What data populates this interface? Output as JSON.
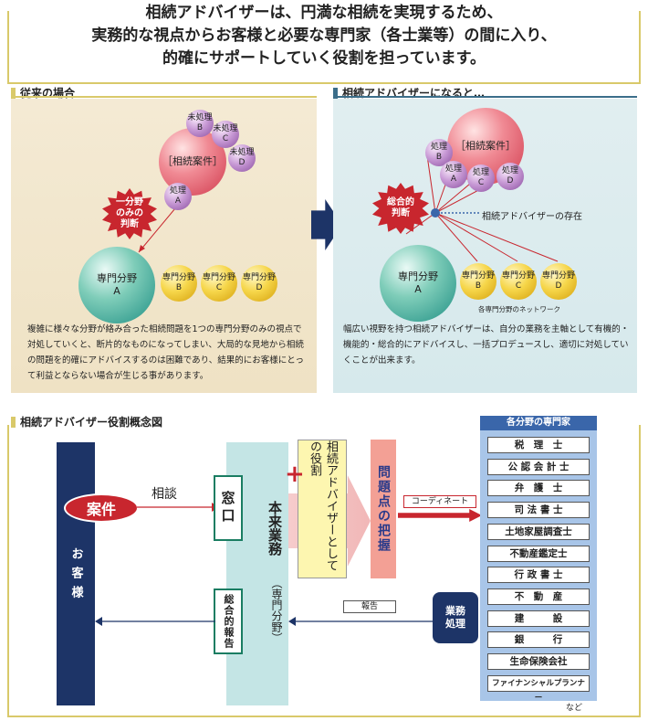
{
  "headline": {
    "line1": "相続アドバイザーは、円満な相続を実現するため、",
    "line2": "実務的な視点からお客様と必要な専門家（各士業等）の間に入り、",
    "line3": "的確にサポートしていく役割を担っています。"
  },
  "left_panel": {
    "title": "従来の場合",
    "big_sphere_label": "［相続案件］",
    "unprocessed_b": "未処理\nB",
    "unprocessed_c": "未処理\nC",
    "unprocessed_d": "未処理\nD",
    "processed_a": "処理\nA",
    "burst_label": "一分野\nのみの\n判断",
    "field_a": "専門分野\nA",
    "field_b": "専門分野\nB",
    "field_c": "専門分野\nC",
    "field_d": "専門分野\nD",
    "desc": "複雑に様々な分野が絡み合った相続問題を1つの専門分野のみの視点で対処していくと、断片的なものになってしまい、大局的な見地から相続の問題を的確にアドバイスするのは困難であり、結果的にお客様にとって利益とならない場合が生じる事があります。"
  },
  "right_panel": {
    "title": "相続アドバイザーになると…",
    "big_sphere_label": "［相続案件］",
    "processed_a": "処理\nA",
    "processed_b": "処理\nB",
    "processed_c": "処理\nC",
    "processed_d": "処理\nD",
    "burst_label": "総合的\n判断",
    "advisor_presence": "相続アドバイザーの存在",
    "field_a": "専門分野\nA",
    "field_b": "専門分野\nB",
    "field_c": "専門分野\nC",
    "field_d": "専門分野\nD",
    "network_label": "各専門分野のネットワーク",
    "desc": "幅広い視野を持つ相続アドバイザーは、自分の業務を主軸として有機的・機能的・総合的にアドバイスし、一括プロデュースし、適切に対処していくことが出来ます。"
  },
  "concept": {
    "title": "相続アドバイザー役割概念図",
    "client": "お客様",
    "case": "案件",
    "consult": "相談",
    "window": "窓口",
    "main_business": "本来業務",
    "specialty": "（専門分野）",
    "advisor_role": "相続アドバイザーとしての役割",
    "problem": "問題点の把握",
    "coordinate": "コーディネート",
    "report": "報告",
    "overall_report": "総合的報告",
    "business_process": "業務\n処理",
    "experts_title": "各分野の専門家",
    "experts": [
      "税　理　士",
      "公 認 会 計 士",
      "弁　護　士",
      "司 法 書 士",
      "土地家屋調査士",
      "不動産鑑定士",
      "行 政 書 士",
      "不　動　産",
      "建　　　設",
      "銀　　　行",
      "生命保険会社",
      "ファイナンシャルプランナー"
    ],
    "etc": "など"
  },
  "colors": {
    "frame": "#d9c96a",
    "navy": "#1d3467",
    "red": "#c8262e",
    "teal": "#c4e5e5",
    "expert_panel": "#a8c5e8"
  }
}
